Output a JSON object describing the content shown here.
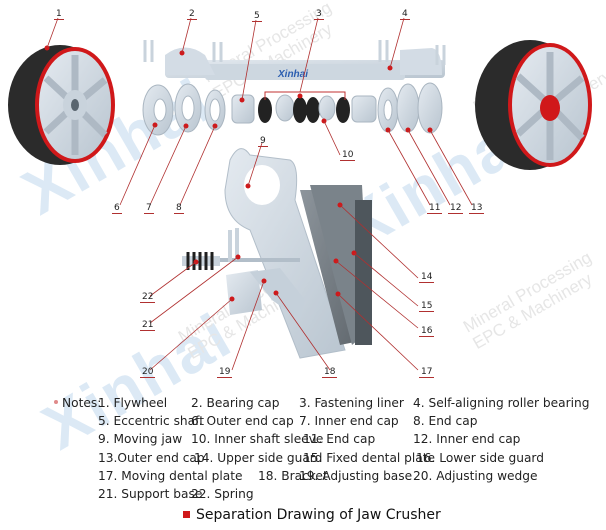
{
  "watermark": {
    "brand": "Xinhai",
    "tagline_line1": "Mineral Processing",
    "tagline_line2": "EPC & Machinery"
  },
  "diagram": {
    "shaft_logo": "Xinhai",
    "callouts": [
      "1",
      "2",
      "3",
      "4",
      "5",
      "6",
      "7",
      "8",
      "9",
      "10",
      "11",
      "12",
      "13",
      "14",
      "15",
      "16",
      "17",
      "18",
      "19",
      "20",
      "21",
      "22"
    ]
  },
  "colors": {
    "accent_red": "#d0181a",
    "part_gray": "#c9d3dc",
    "tire_black": "#2b2b2b",
    "watermark_blue": "#d6e6f4"
  },
  "notes": {
    "label": "Notes:",
    "items": [
      "1. Flywheel",
      "2. Bearing cap",
      "3. Fastening liner",
      "4. Self-aligning roller bearing",
      "5. Eccentric shaft",
      "6. Outer end cap",
      "7. Inner end cap",
      "8. End cap",
      "9. Moving jaw",
      "10. Inner shaft sleeve",
      "11. End cap",
      "12. Inner end cap",
      "13.Outer end cap",
      "14. Upper side guard",
      "15. Fixed dental plate",
      "16. Lower side guard",
      "17. Moving dental plate",
      "18. Bracket",
      "19. Adjusting base",
      "20. Adjusting wedge",
      "21. Support base",
      "22. Spring"
    ]
  },
  "caption": "Separation Drawing of Jaw Crusher"
}
